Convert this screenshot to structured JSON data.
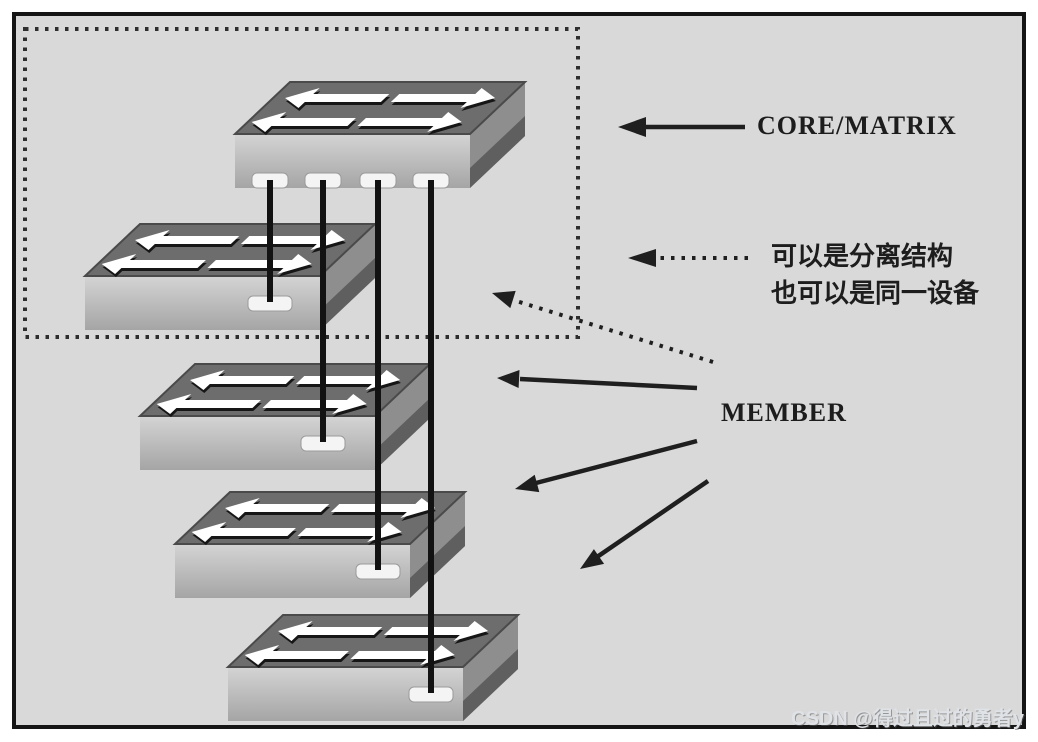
{
  "diagram": {
    "labels": {
      "core_matrix": "CORE/MATRIX",
      "note_line1": "可以是分离结构",
      "note_line2": "也可以是同一设备",
      "member": "MEMBER"
    },
    "switches": [
      {
        "role": "core-matrix",
        "visible_ports": 4
      },
      {
        "role": "core-matrix-or-member",
        "visible_ports": 1
      },
      {
        "role": "member",
        "visible_ports": 1
      },
      {
        "role": "member",
        "visible_ports": 1
      },
      {
        "role": "member",
        "visible_ports": 1
      }
    ],
    "stack_cables": 4
  },
  "watermark": {
    "text": "CSDN @得过且过的勇者y"
  },
  "colors": {
    "canvas": "#d9d9d9",
    "frame_border": "#151515",
    "switch_top": "#6d6d6d",
    "switch_front": "#c2c2c2",
    "switch_side": "#8e8e8e",
    "switch_side_dark": "#5f5f5f",
    "cable": "#121212",
    "annotation": "#1f1f1f",
    "port": "#f4f4f4"
  }
}
